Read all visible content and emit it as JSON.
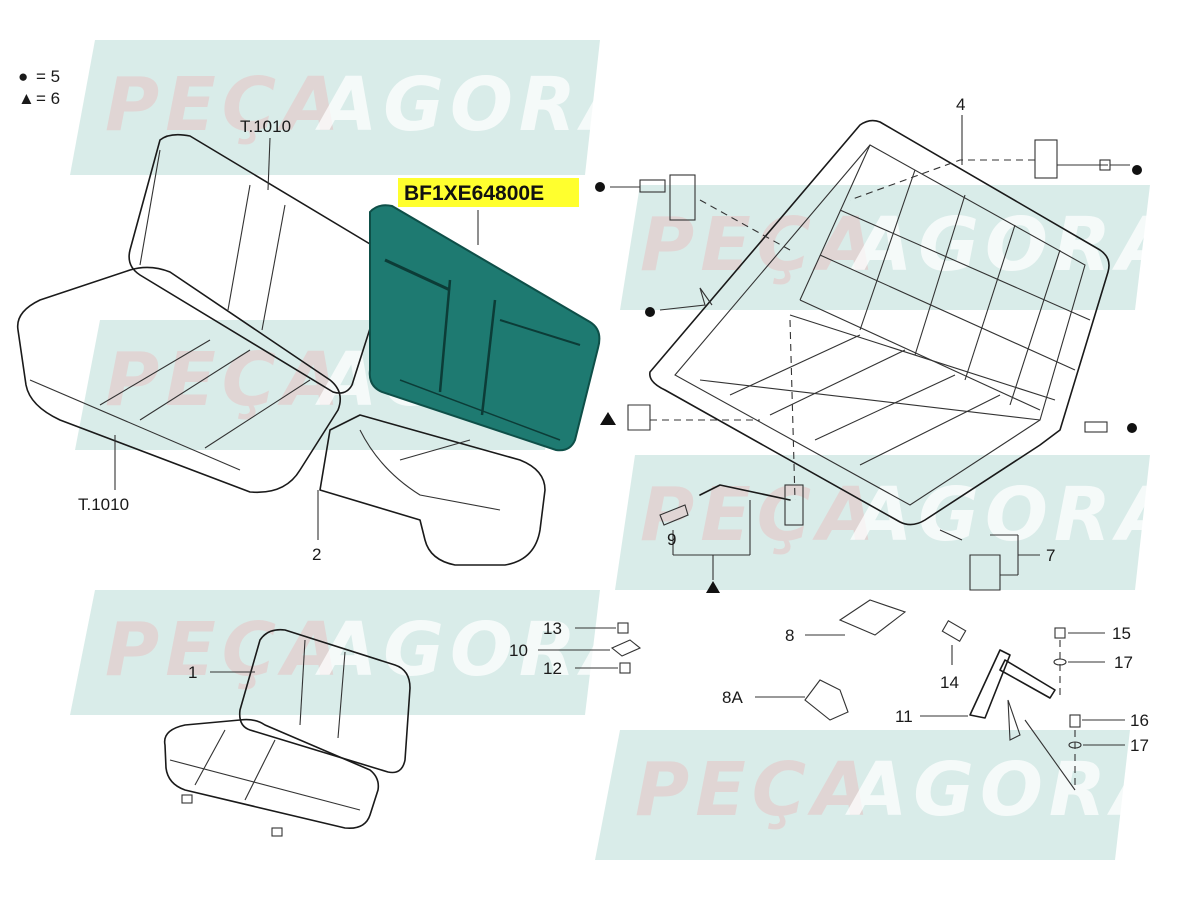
{
  "legend": [
    {
      "symbol": "●",
      "text": "= 5"
    },
    {
      "symbol": "▲",
      "text": "= 6"
    }
  ],
  "highlight": {
    "part_number": "BF1XE64800E",
    "color": "#ffff2e",
    "part_color": "#1e7a71"
  },
  "watermark": {
    "part1": "PEÇA",
    "part2": "AGORA",
    "band_color": "#b9dcd7"
  },
  "labels": {
    "t1010_top": "T.1010",
    "t1010_bottom": "T.1010",
    "l1": "1",
    "l2": "2",
    "l4": "4",
    "l7": "7",
    "l8": "8",
    "l8a": "8A",
    "l9": "9",
    "l10": "10",
    "l11": "11",
    "l12": "12",
    "l13": "13",
    "l14": "14",
    "l15": "15",
    "l16": "16",
    "l17a": "17",
    "l17b": "17"
  }
}
